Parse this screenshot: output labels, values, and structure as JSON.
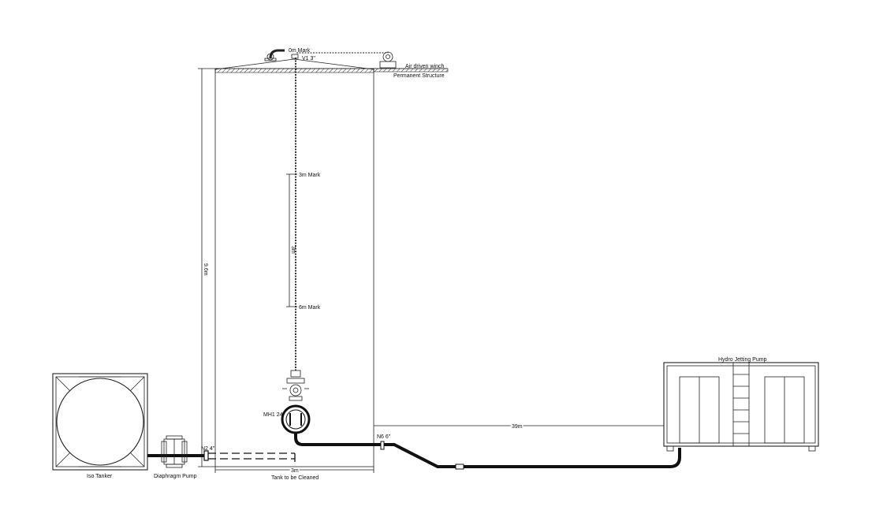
{
  "labels": {
    "zero_mark": "0m Mark",
    "v1": "V1 3\"",
    "air_winch": "Air driven winch",
    "permanent_structure": "Permanent Structure",
    "three_mark": "3m Mark",
    "six_mark": "6m Mark",
    "span_3m": "3m",
    "height": "9.6m",
    "mh1": "MH1 24\"",
    "n6": "N6 6\"",
    "n2": "N2 4\"",
    "distance_39m": "39m",
    "tank_width": "3m",
    "tank": "Tank to be Cleaned",
    "iso_tanker": "Iso Tanker",
    "diaphragm_pump": "Diaphragm Pump",
    "hydro_pump": "Hydro Jetting Pump"
  }
}
